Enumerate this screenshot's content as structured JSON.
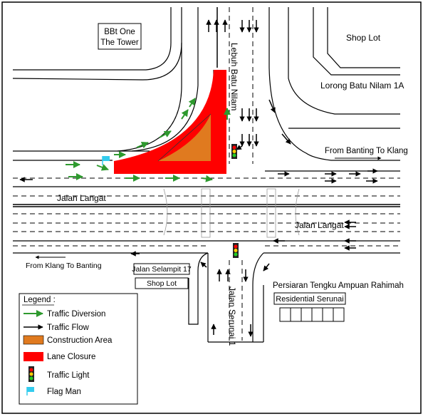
{
  "labels": {
    "building_line1": "BBt One",
    "building_line2": "The Tower",
    "shop_lot_top": "Shop Lot",
    "lorong": "Lorong Batu Nilam 1A",
    "lebuh": "Lebuh Batu Nilam",
    "from_banting": "From Banting To Klang",
    "jalan_langat_left": "Jalan Langat",
    "jalan_langat_right": "Jalan Langat",
    "from_klang": "From Klang To Banting",
    "jalan_selampit": "Jalan Selampit 17",
    "shop_lot_bottom": "Shop Lot",
    "jalan_serunai": "Jalan Serunai 1",
    "persiaran": "Persiaran Tengku Ampuan Rahimah",
    "residential": "Residential Serunai"
  },
  "legend": {
    "title": "Legend :",
    "items": [
      {
        "label": "Traffic Diversion",
        "icon": "green-arrow",
        "color": "#2e9a2e"
      },
      {
        "label": "Traffic Flow",
        "icon": "black-arrow",
        "color": "#000000"
      },
      {
        "label": "Construction Area",
        "icon": "orange-box",
        "color": "#e07a1f"
      },
      {
        "label": "Lane Closure",
        "icon": "red-box",
        "color": "#ff0000"
      },
      {
        "label": "Traffic Light",
        "icon": "traffic-light",
        "color": "#ffcc00"
      },
      {
        "label": "Flag Man",
        "icon": "flag",
        "color": "#33ccee"
      }
    ]
  },
  "colors": {
    "diversion": "#2e9a2e",
    "construction": "#e07a1f",
    "closure": "#ff0000",
    "flagman": "#33ccee"
  }
}
